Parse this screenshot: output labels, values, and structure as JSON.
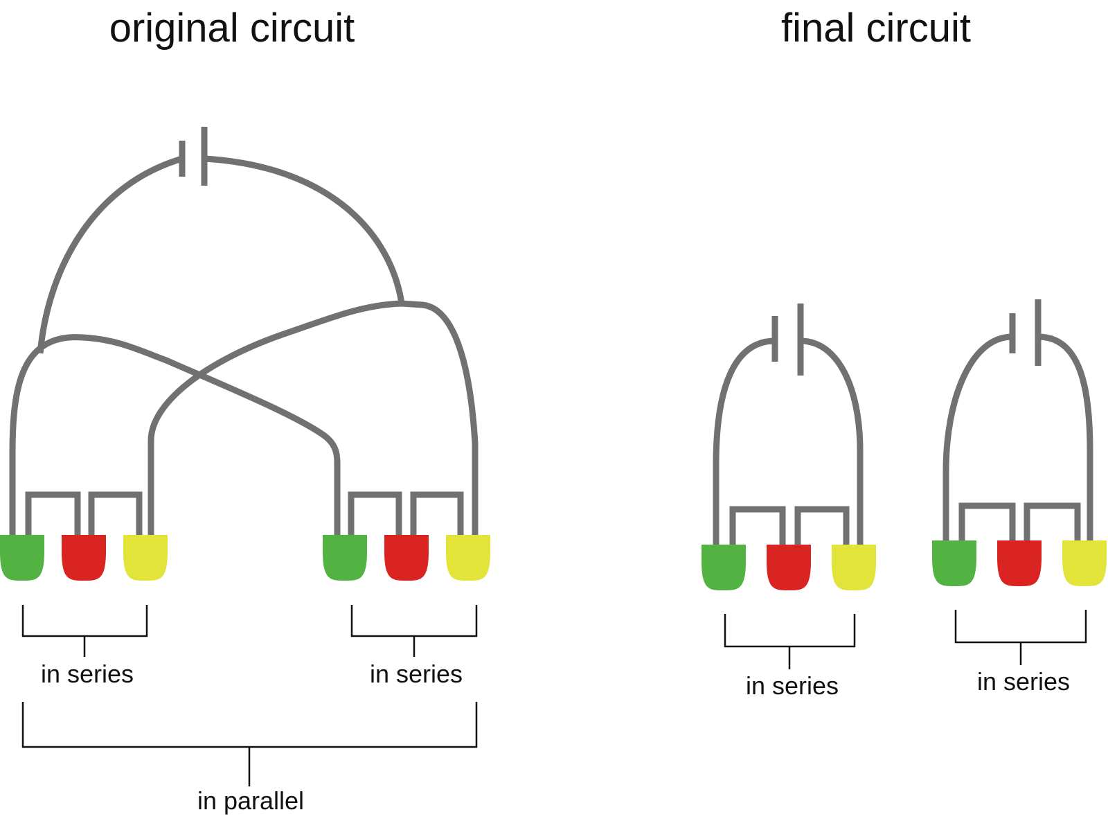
{
  "colors": {
    "wire": "#717171",
    "led_green": "#52b343",
    "led_red": "#da2421",
    "led_yellow": "#e3e43a",
    "text": "#111111"
  },
  "original": {
    "title": "original circuit",
    "groups": [
      {
        "label": "in series",
        "leds": [
          "green",
          "red",
          "yellow"
        ]
      },
      {
        "label": "in series",
        "leds": [
          "green",
          "red",
          "yellow"
        ]
      }
    ],
    "combined_label": "in parallel"
  },
  "final": {
    "title": "final circuit",
    "groups": [
      {
        "label": "in series",
        "leds": [
          "green",
          "red",
          "yellow"
        ]
      },
      {
        "label": "in series",
        "leds": [
          "green",
          "red",
          "yellow"
        ]
      }
    ]
  }
}
